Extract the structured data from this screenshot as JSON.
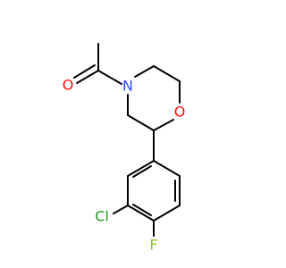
{
  "molecule": {
    "atoms": {
      "O_carbonyl": {
        "label": "O",
        "color": "#ff0d0d"
      },
      "N": {
        "label": "N",
        "color": "#3050f8"
      },
      "O_ring": {
        "label": "O",
        "color": "#ff0d0d"
      },
      "Cl": {
        "label": "Cl",
        "color": "#1fa01f"
      },
      "F": {
        "label": "F",
        "color": "#8fbf2f"
      }
    },
    "bond_color": "#000000"
  }
}
